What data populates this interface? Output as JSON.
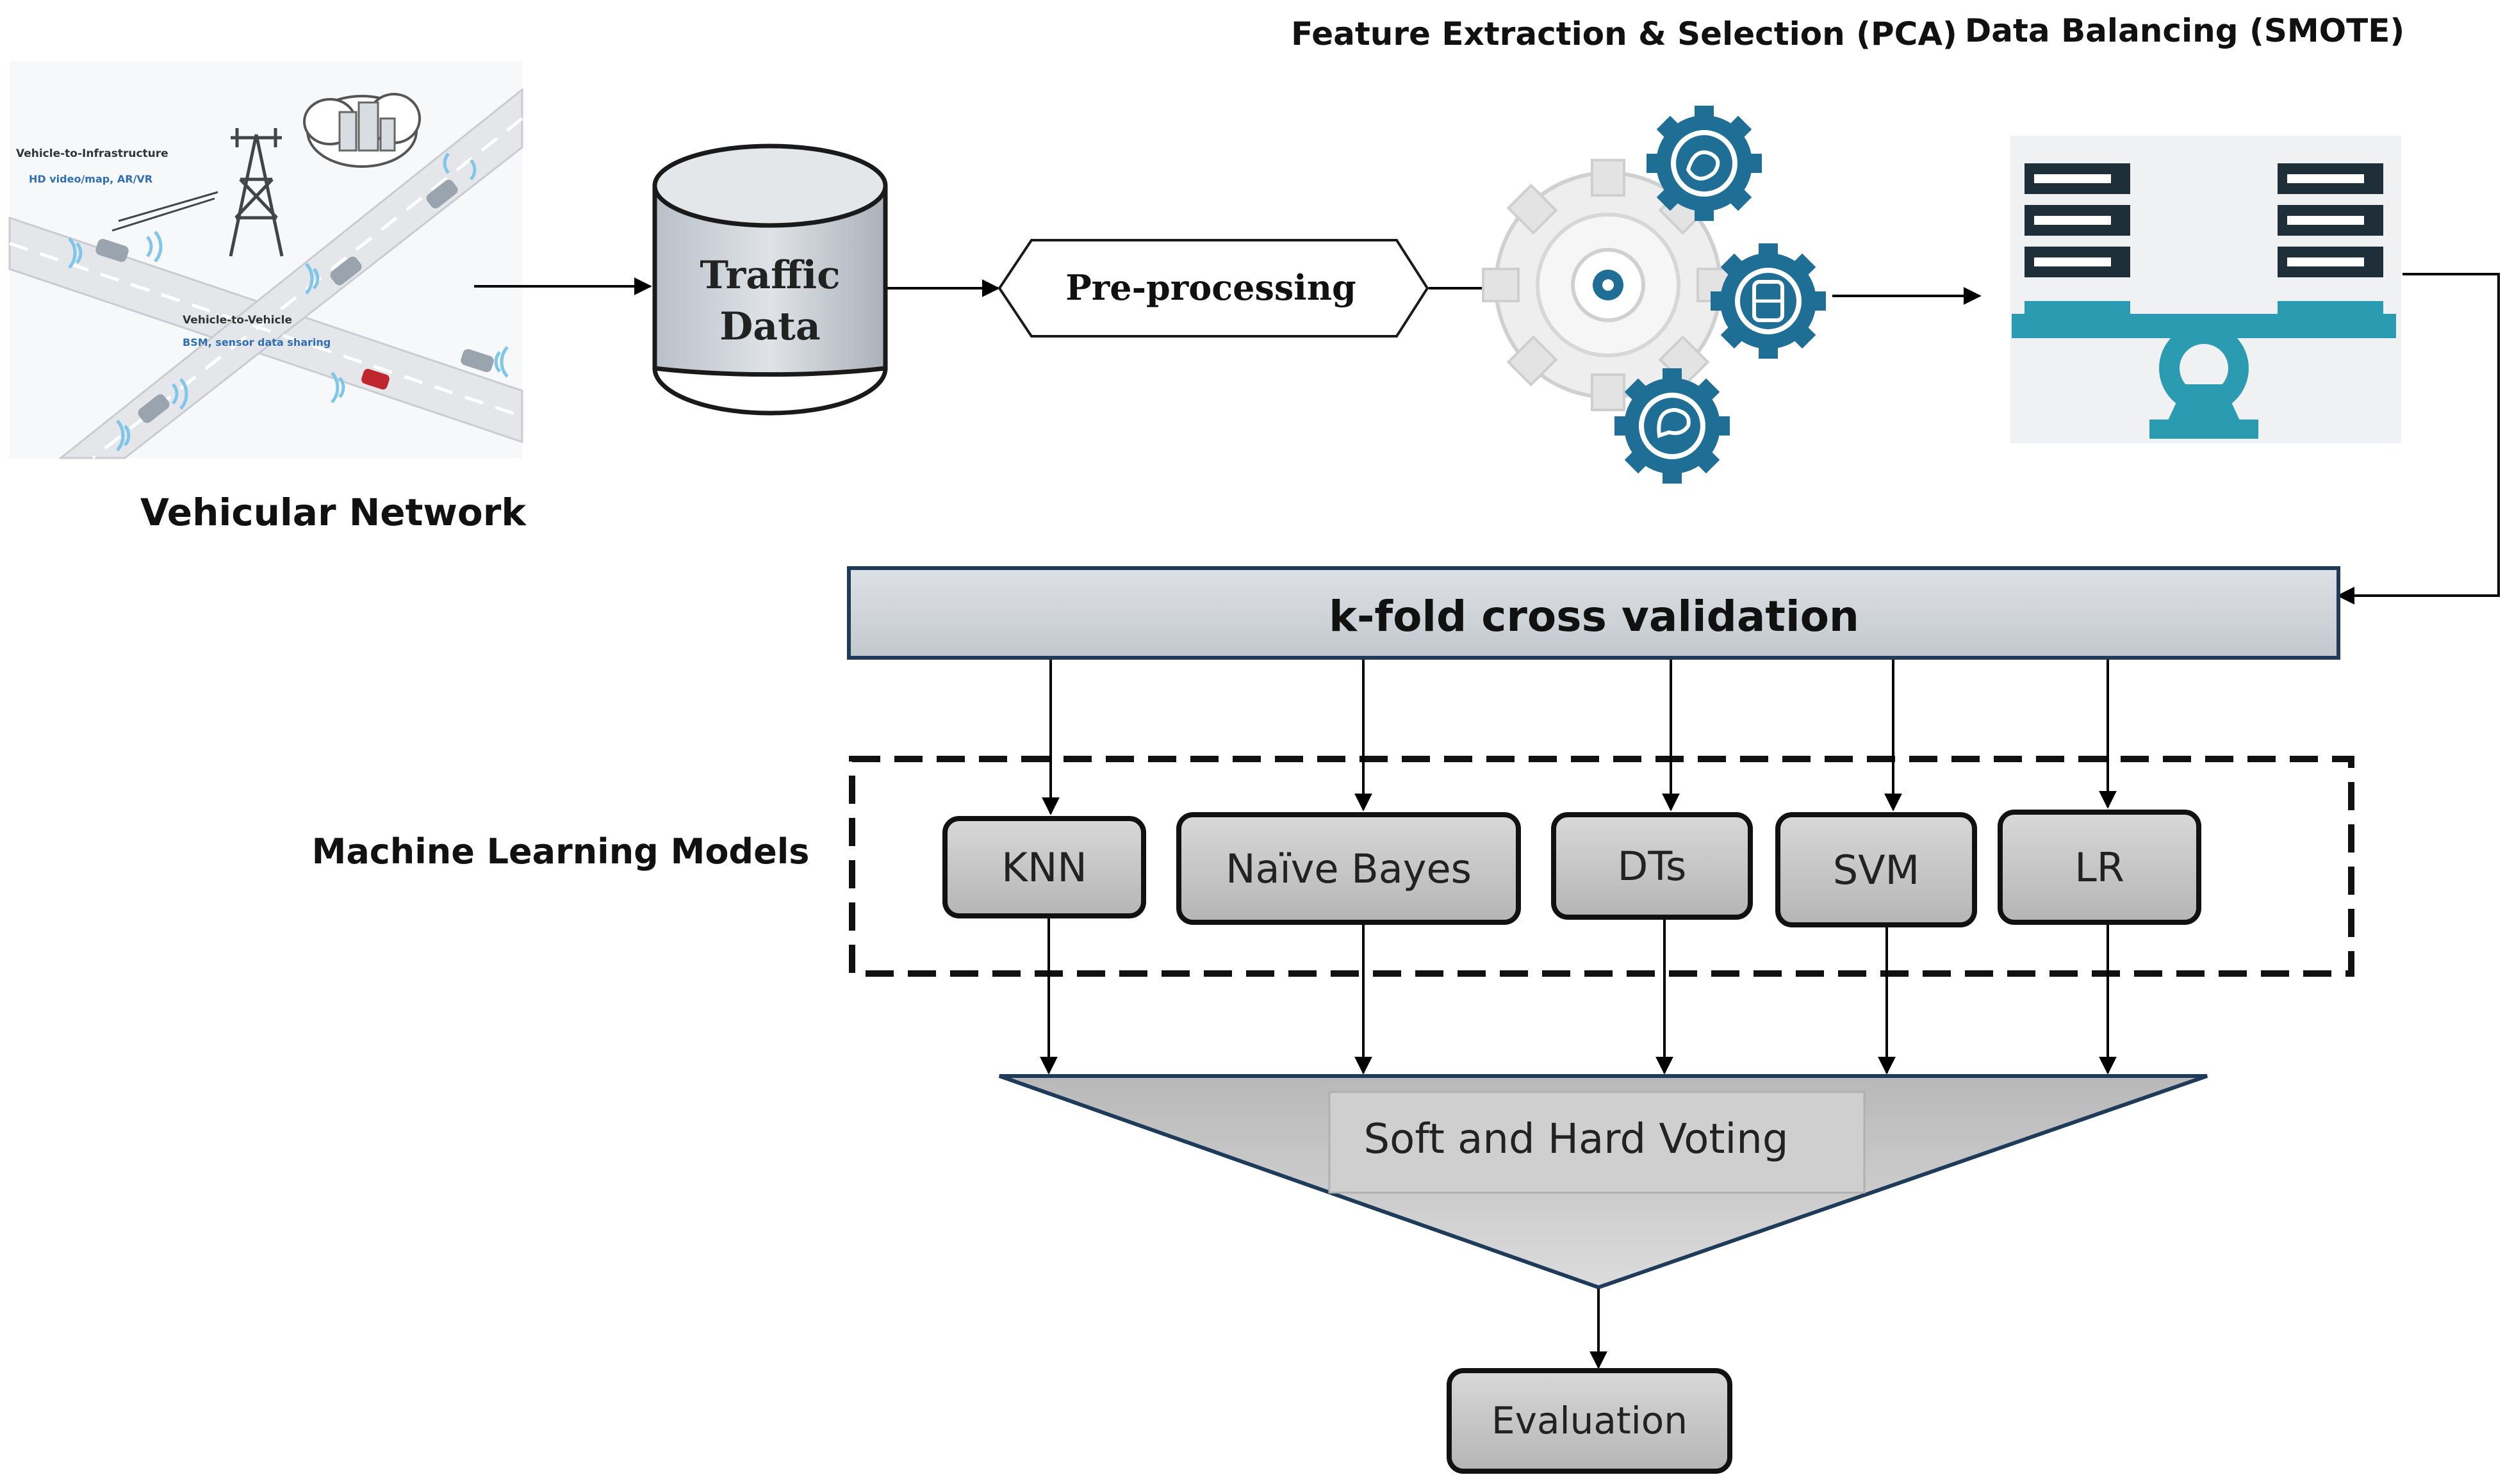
{
  "network": {
    "caption": "Vehicular Network",
    "v2i_title": "Vehicle-to-Infrastructure",
    "v2i_sub": "HD video/map, AR/VR",
    "v2v_title": "Vehicle-to-Vehicle",
    "v2v_sub": "BSM, sensor data sharing"
  },
  "traffic_data": {
    "line1": "Traffic",
    "line2": "Data"
  },
  "preprocessing": {
    "label": "Pre-processing"
  },
  "feature_extraction": {
    "title": "Feature Extraction & Selection (PCA)"
  },
  "data_balancing": {
    "title": "Data Balancing (SMOTE)"
  },
  "kfold": {
    "label": "k-fold cross validation"
  },
  "ml_models": {
    "label": "Machine Learning Models",
    "models": [
      "KNN",
      "Naïve Bayes",
      "DTs",
      "SVM",
      "LR"
    ]
  },
  "voting": {
    "label": "Soft and Hard Voting"
  },
  "evaluation": {
    "label": "Evaluation"
  },
  "colors": {
    "box_fill": "#c8c8c8",
    "box_stroke": "#222222",
    "kfold_fill": "#cfd3d8",
    "kfold_stroke": "#1f3b5a",
    "triangle_fill": "#c9c9c9",
    "triangle_stroke": "#1f3b5a",
    "gear_blue": "#1e6e96",
    "server_dark": "#1f2f3a",
    "server_teal": "#2a9bb0",
    "road": "#e6e6e6",
    "signal": "#7fc6e8"
  }
}
